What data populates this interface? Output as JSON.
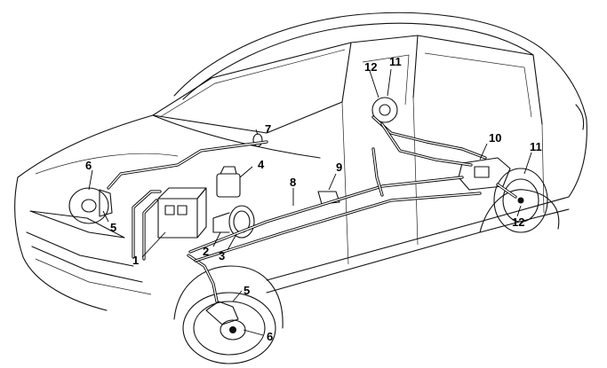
{
  "diagram": {
    "callouts": [
      {
        "id": "c1",
        "text": "1"
      },
      {
        "id": "c2",
        "text": "2"
      },
      {
        "id": "c3",
        "text": "3"
      },
      {
        "id": "c4",
        "text": "4"
      },
      {
        "id": "c5a",
        "text": "5"
      },
      {
        "id": "c5b",
        "text": "5"
      },
      {
        "id": "c6a",
        "text": "6"
      },
      {
        "id": "c6b",
        "text": "6"
      },
      {
        "id": "c7",
        "text": "7"
      },
      {
        "id": "c8",
        "text": "8"
      },
      {
        "id": "c9",
        "text": "9"
      },
      {
        "id": "c10",
        "text": "10"
      },
      {
        "id": "c11a",
        "text": "11"
      },
      {
        "id": "c11b",
        "text": "11"
      },
      {
        "id": "c12a",
        "text": "12"
      },
      {
        "id": "c12b",
        "text": "12"
      }
    ]
  }
}
